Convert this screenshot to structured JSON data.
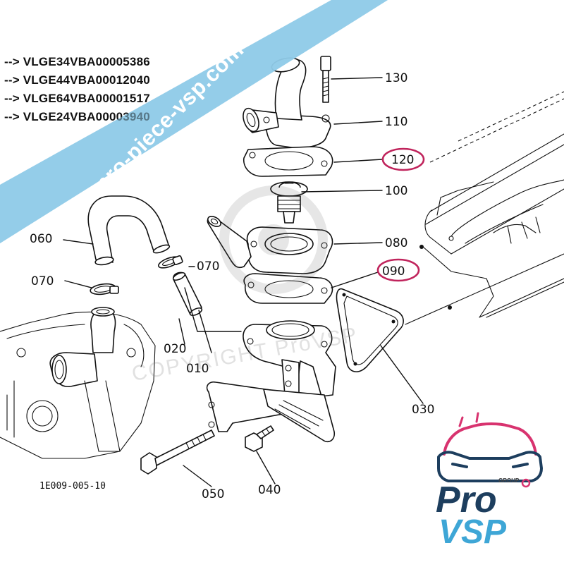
{
  "vin_list": [
    "--> VLGE34VBA00005386",
    "--> VLGE44VBA00012040",
    "--> VLGE64VBA00001517",
    "--> VLGE24VBA00003940"
  ],
  "part_labels": {
    "p130": "130",
    "p110": "110",
    "p120": "120",
    "p100": "100",
    "p060": "060",
    "p080": "080",
    "p070a": "070",
    "p070b": "070",
    "p090": "090",
    "p020": "020",
    "p010": "010",
    "p030": "030",
    "p050": "050",
    "p040": "040"
  },
  "highlighted_parts": [
    "120",
    "090"
  ],
  "drawing_code": "1E009-005-10",
  "watermark": "pro-piece-vsp.com",
  "copyright_watermark": "COPYRIGHT ProVSP",
  "logo": {
    "group": "GROUP",
    "line1": "Pro",
    "line2": "VSP"
  },
  "colors": {
    "highlight": "#c0245c",
    "watermark_band": "#8fcbe8",
    "logo_pink": "#d8336f",
    "logo_blue": "#3ea6d6",
    "logo_navy": "#1d3e5e"
  }
}
